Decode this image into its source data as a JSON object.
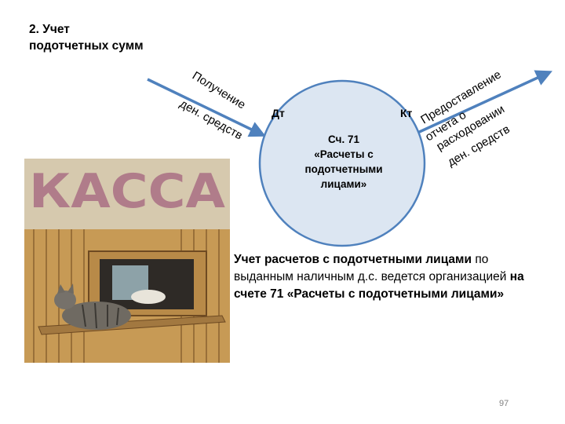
{
  "slide": {
    "heading_number": "2.",
    "heading_rest": " Учет подотчетных сумм",
    "page_number": "97"
  },
  "diagram": {
    "account_title_line1": "Сч. 71",
    "account_title_line2": "«Расчеты с",
    "account_title_line3": "подотчетными",
    "account_title_line4": "лицами»",
    "debit_label": "Дт",
    "credit_label": "Кт",
    "incoming_line1": "Получение",
    "incoming_line2": "ден. средств",
    "outgoing_line1": "Предоставление",
    "outgoing_line2": "отчета о",
    "outgoing_line3": "расходовании",
    "outgoing_line4": "ден. средств",
    "colors": {
      "circle_fill": "#dce6f2",
      "circle_stroke": "#4f81bd",
      "arrow": "#4f81bd"
    }
  },
  "photo": {
    "sign_text": "КАССА"
  },
  "body": {
    "part1_bold": "Учет расчетов с подотчетными лицами",
    "part2": " по выданным наличным д.с. ведется организацией ",
    "part3_bold": "на счете 71 «Расчеты с подотчетными лицами»"
  }
}
